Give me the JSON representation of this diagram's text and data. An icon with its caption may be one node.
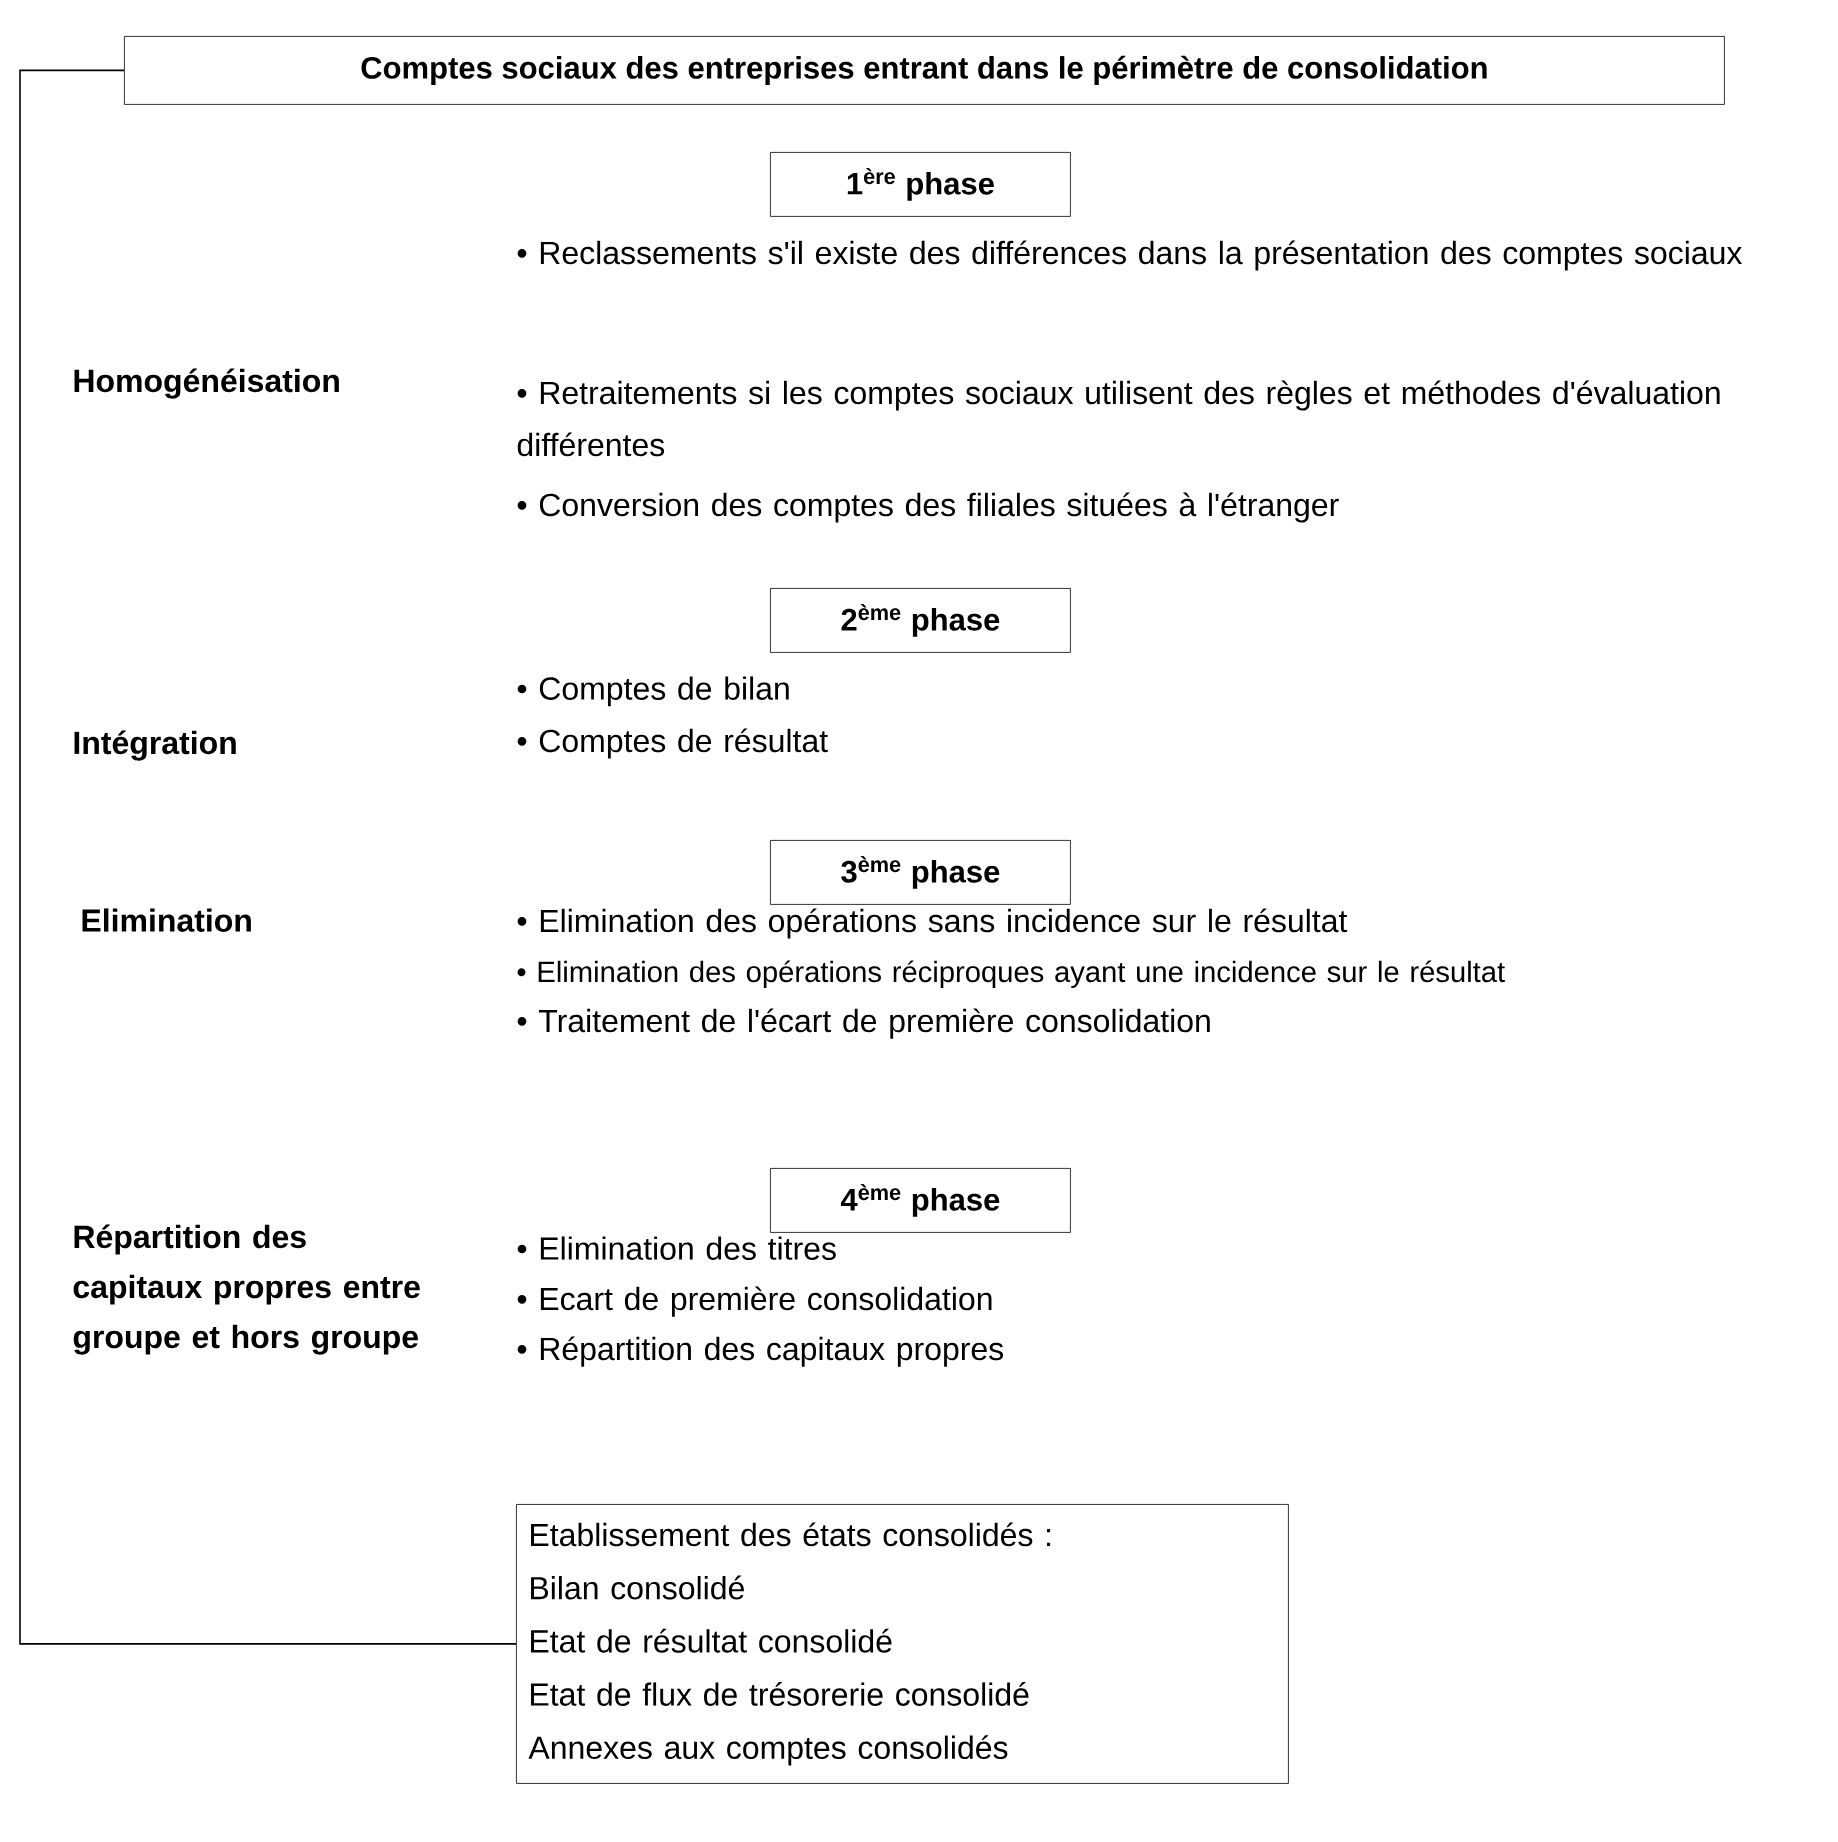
{
  "diagram": {
    "nodes": [
      {
        "text": [
          "Comptes sociaux des entreprises entrant dans le périmètre de consolidation"
        ]
      },
      {
        "text": [
          "1$^{ère}$ phase"
        ]
      },
      {
        "text": [
          "2$^{ème}$ phase"
        ]
      },
      {
        "text": [
          "3$^{ème}$ phase"
        ]
      },
      {
        "text": [
          "4$^{ème}$ phase"
        ]
      },
      {
        "text": [
          "Etablissement des états consolidés :",
          "Bilan consolidé",
          "Etat de résultat consolidé",
          "Etat de flux de trésorerie consolidé",
          "Annexes aux comptes consolidés"
        ]
      }
    ],
    "edges": [
      {
        "from": 0,
        "to": 5,
        "arrow": "none"
      }
    ],
    "labels": [
      "Homogénéisation",
      "• Reclassements s'il existe des différences dans la présentation des comptes sociaux",
      "• Retraitements si les comptes sociaux utilisent des règles et méthodes d'évaluation différentes",
      "• Conversion des comptes des filiales situées à l'étranger",
      "Intégration",
      "• Comptes de bilan",
      "• Comptes de résultat",
      "Elimination",
      "• Elimination des opérations sans incidence sur le résultat",
      "• Elimination des opérations réciproques ayant une incidence sur le résultat",
      "• Traitement de l'écart de première consolidation",
      "Répartition des capitaux propres entre groupe et hors groupe",
      "• Elimination des titres",
      "• Ecart de première consolidation",
      "• Répartition des capitaux propres"
    ]
  }
}
